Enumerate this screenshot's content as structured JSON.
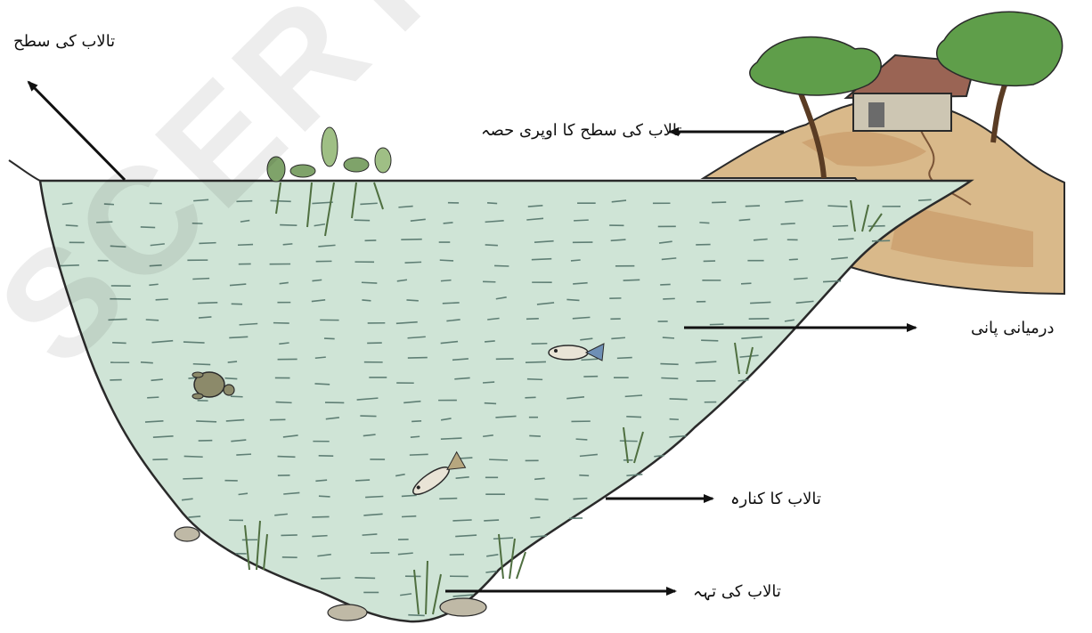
{
  "labels": {
    "surface": "تالاب کی سطح",
    "upper_surface": "تالاب کی سطح کا اوپری حصہ",
    "middle_water": "درمیانی پانی",
    "edge": "تالاب کا کنارہ",
    "bottom": "تالاب کی تہہ"
  },
  "watermark": "SCERT TELANGANA",
  "colors": {
    "water": "#cfe4d6",
    "water_line": "#5f7f75",
    "outline": "#2a2a2a",
    "hill": "#d9b98a",
    "hill_dark": "#b9875a",
    "tree": "#5f9e4a",
    "trunk": "#5a3c24",
    "roof": "#8c5a4a",
    "wall": "#c9c3b0",
    "grass": "#4f6f40"
  }
}
